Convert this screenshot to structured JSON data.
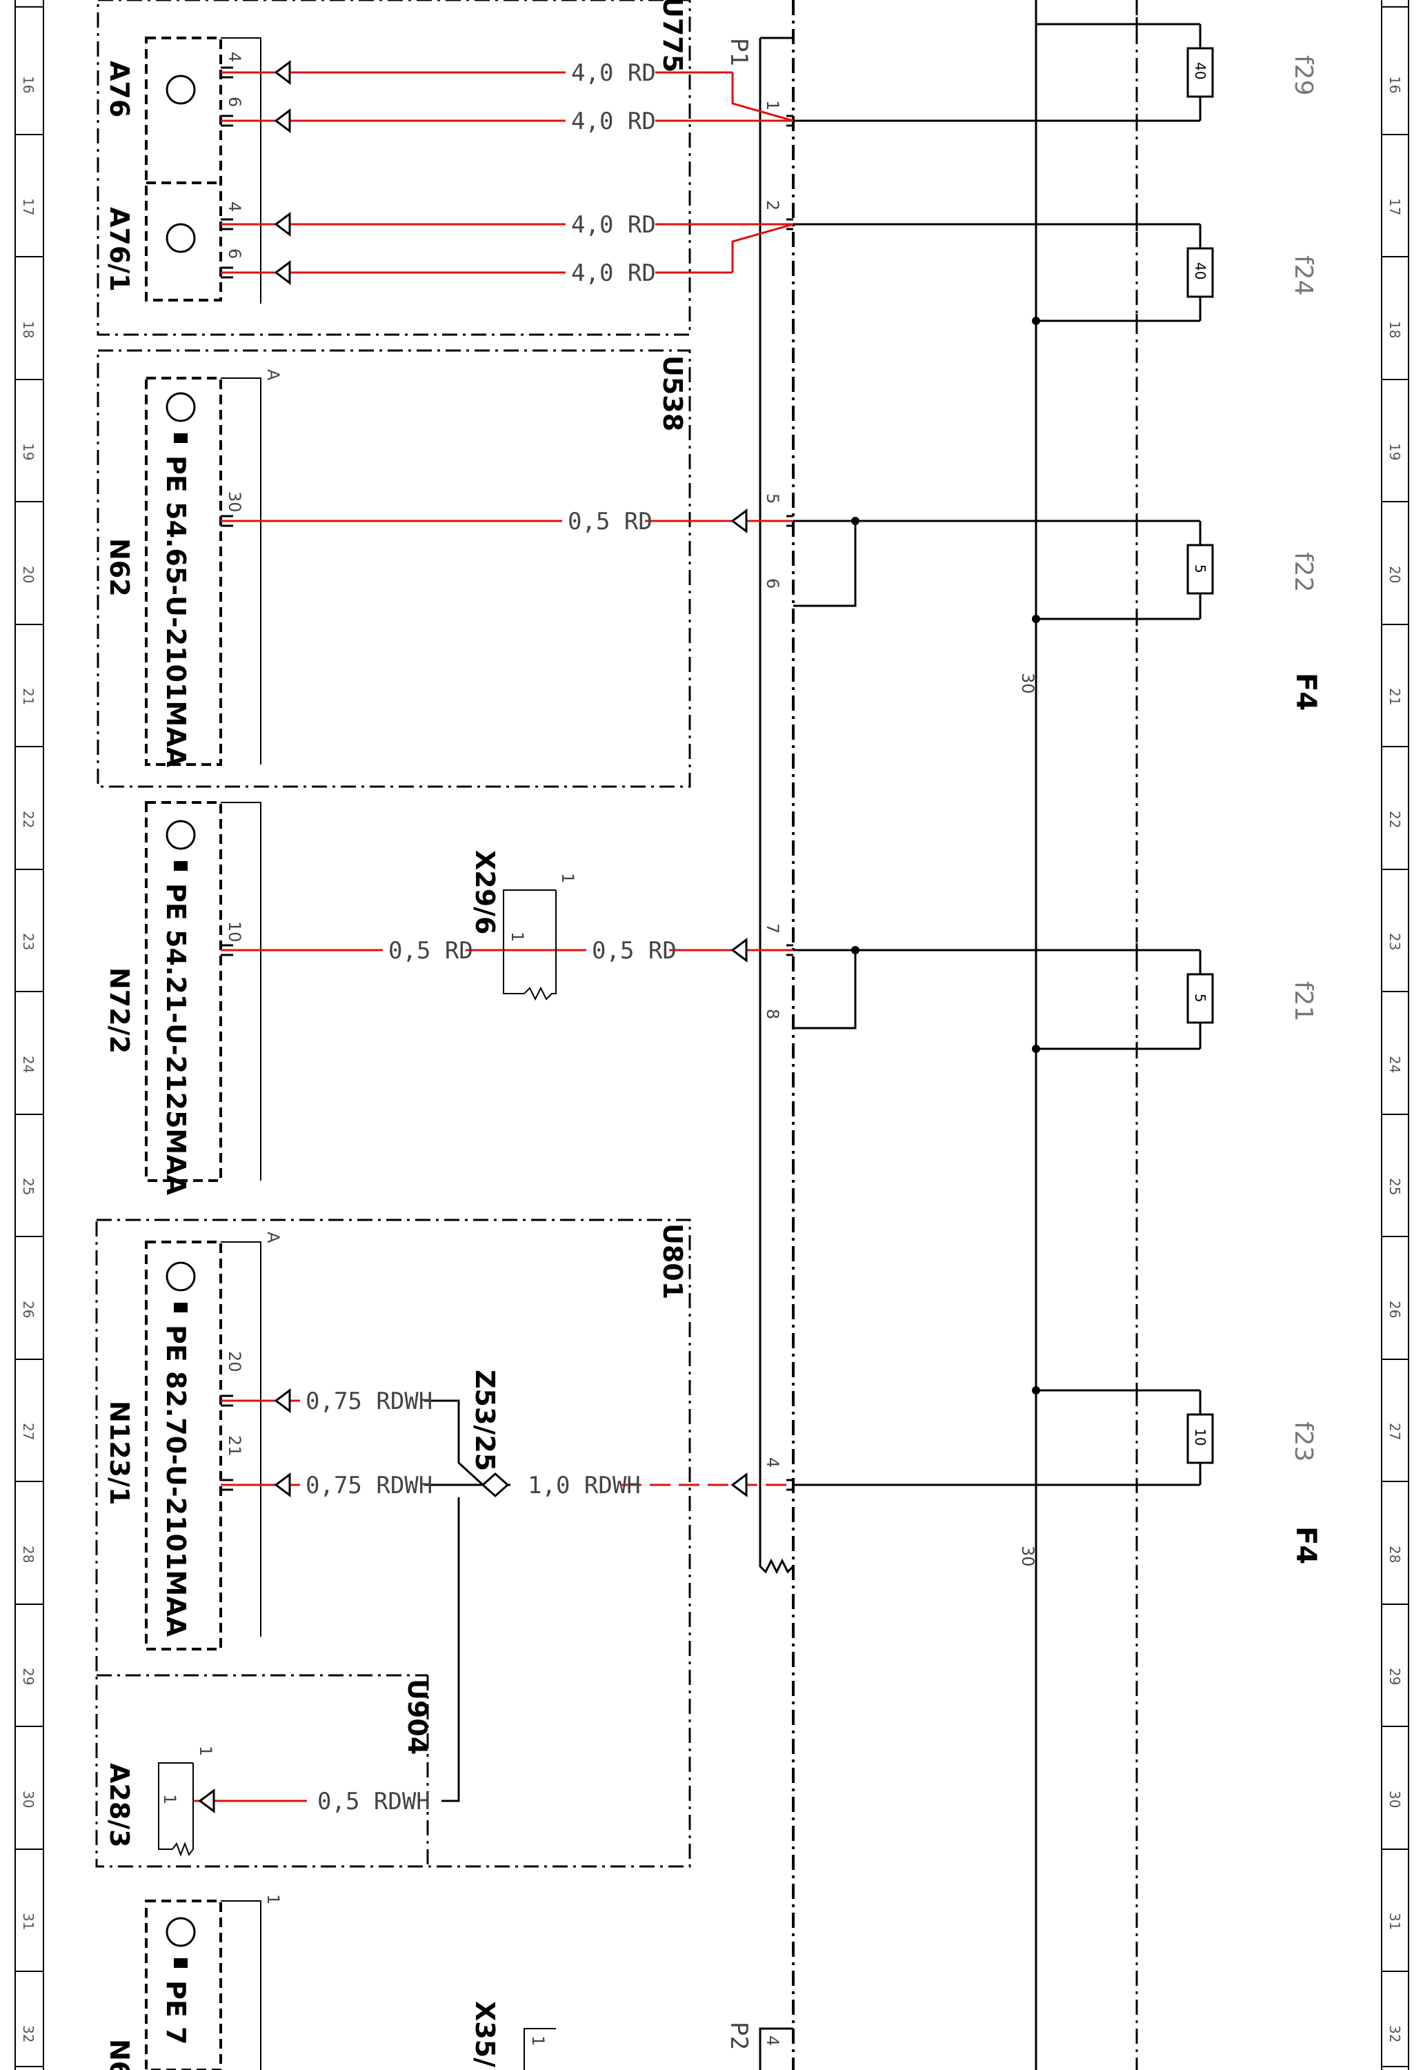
{
  "grid": {
    "numbers": [
      "16",
      "17",
      "18",
      "19",
      "20",
      "21",
      "22",
      "23",
      "24",
      "25",
      "26",
      "27",
      "28",
      "29",
      "30",
      "31",
      "32"
    ]
  },
  "components": {
    "A76": "A76",
    "A76_1": "A76/1",
    "N62": "N62",
    "N72_2": "N72/2",
    "N123_1": "N123/1",
    "A28_3": "A28/3",
    "N6x": "N6",
    "pe_N62": "PE 54.65-U-2101MAA",
    "pe_N72_2": "PE 54.21-U-2125MAA",
    "pe_N123_1": "PE 82.70-U-2101MAA",
    "pe_bottom": "PE 7"
  },
  "groups": {
    "U775": "U775",
    "U538": "U538",
    "U801": "U801",
    "U904": "U904"
  },
  "connectors": {
    "X29_6": "X29/6",
    "Z53_25": "Z53/25",
    "X35": "X35/",
    "P1": "P1",
    "P2": "P2"
  },
  "wires": {
    "w1": "4,0 RD",
    "w2": "4,0 RD",
    "w3": "4,0 RD",
    "w4": "4,0 RD",
    "w5": "0,5 RD",
    "w6": "0,5 RD",
    "w7": "0,5 RD",
    "w8": "0,75 RDWH",
    "w9": "0,75 RDWH",
    "w10": "1,0 RDWH",
    "w11": "0,5 RDWH"
  },
  "pins": {
    "a76_4": "4",
    "a76_6": "6",
    "a761_4": "4",
    "a761_6": "6",
    "n62_30": "30",
    "n722_10": "10",
    "n1231_20": "20",
    "n1231_21": "21",
    "x296_1": "1",
    "x296_1b": "1",
    "a283_1": "1",
    "a283_1b": "1",
    "p_1": "1",
    "p_2": "2",
    "p_5": "5",
    "p_6": "6",
    "p_7": "7",
    "p_8": "8",
    "p_4": "4",
    "n62_A": "A",
    "n1231_A": "A",
    "bot_1": "1",
    "x35_1": "1",
    "p2_4": "4"
  },
  "fuses": {
    "f29": "f29",
    "f24": "f24",
    "f22": "f22",
    "f21": "f21",
    "f23": "f23",
    "v29": "40",
    "v24": "40",
    "v22": "5",
    "v21": "5",
    "v23": "10",
    "F4a": "F4",
    "F4b": "F4"
  },
  "bus": {
    "t1": "30",
    "t2": "30"
  },
  "colors": {
    "wire_red": "#e01010",
    "black": "#000000"
  }
}
